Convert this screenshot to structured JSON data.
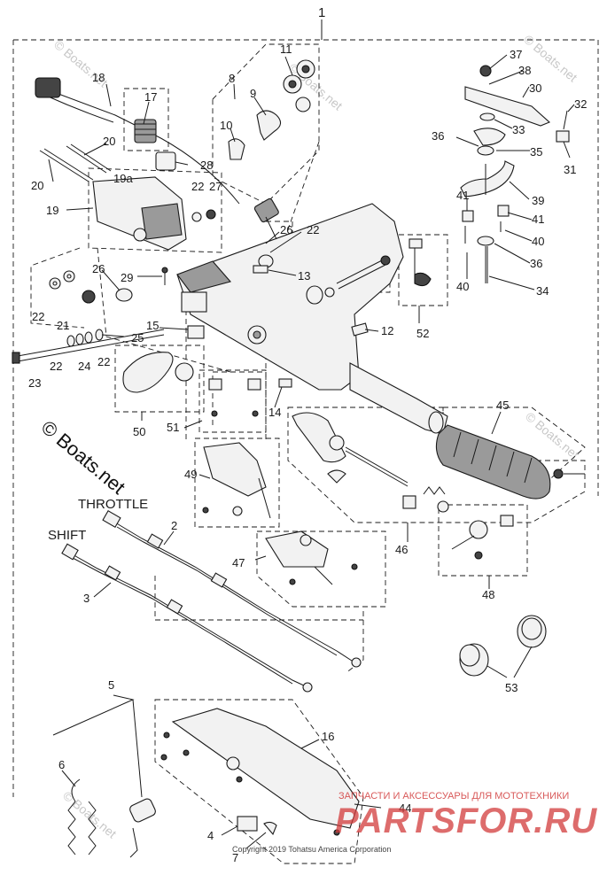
{
  "diagram": {
    "parts": [
      {
        "id": "p1",
        "label": "1"
      },
      {
        "id": "p2",
        "label": "2"
      },
      {
        "id": "p3",
        "label": "3"
      },
      {
        "id": "p4",
        "label": "4"
      },
      {
        "id": "p5",
        "label": "5"
      },
      {
        "id": "p6",
        "label": "6"
      },
      {
        "id": "p7",
        "label": "7"
      },
      {
        "id": "p8",
        "label": "8"
      },
      {
        "id": "p9",
        "label": "9"
      },
      {
        "id": "p10",
        "label": "10"
      },
      {
        "id": "p11",
        "label": "11"
      },
      {
        "id": "p12",
        "label": "12"
      },
      {
        "id": "p13",
        "label": "13"
      },
      {
        "id": "p14",
        "label": "14"
      },
      {
        "id": "p15",
        "label": "15"
      },
      {
        "id": "p16",
        "label": "16"
      },
      {
        "id": "p17",
        "label": "17"
      },
      {
        "id": "p18",
        "label": "18"
      },
      {
        "id": "p19",
        "label": "19"
      },
      {
        "id": "p19a",
        "label": "19a"
      },
      {
        "id": "p20a",
        "label": "20"
      },
      {
        "id": "p20b",
        "label": "20"
      },
      {
        "id": "p21",
        "label": "21"
      },
      {
        "id": "p22a",
        "label": "22"
      },
      {
        "id": "p22b",
        "label": "22"
      },
      {
        "id": "p22c",
        "label": "22"
      },
      {
        "id": "p22d",
        "label": "22"
      },
      {
        "id": "p22e",
        "label": "22"
      },
      {
        "id": "p23",
        "label": "23"
      },
      {
        "id": "p24",
        "label": "24"
      },
      {
        "id": "p25",
        "label": "25"
      },
      {
        "id": "p26a",
        "label": "26"
      },
      {
        "id": "p26b",
        "label": "26"
      },
      {
        "id": "p27",
        "label": "27"
      },
      {
        "id": "p28",
        "label": "28"
      },
      {
        "id": "p29",
        "label": "29"
      },
      {
        "id": "p30",
        "label": "30"
      },
      {
        "id": "p31",
        "label": "31"
      },
      {
        "id": "p32",
        "label": "32"
      },
      {
        "id": "p33",
        "label": "33"
      },
      {
        "id": "p34",
        "label": "34"
      },
      {
        "id": "p35",
        "label": "35"
      },
      {
        "id": "p36a",
        "label": "36"
      },
      {
        "id": "p36b",
        "label": "36"
      },
      {
        "id": "p37",
        "label": "37"
      },
      {
        "id": "p38",
        "label": "38"
      },
      {
        "id": "p39",
        "label": "39"
      },
      {
        "id": "p40a",
        "label": "40"
      },
      {
        "id": "p40b",
        "label": "40"
      },
      {
        "id": "p41a",
        "label": "41"
      },
      {
        "id": "p41b",
        "label": "41"
      },
      {
        "id": "p44",
        "label": "44"
      },
      {
        "id": "p45",
        "label": "45"
      },
      {
        "id": "p46",
        "label": "46"
      },
      {
        "id": "p47",
        "label": "47"
      },
      {
        "id": "p48",
        "label": "48"
      },
      {
        "id": "p49",
        "label": "49"
      },
      {
        "id": "p50",
        "label": "50"
      },
      {
        "id": "p51",
        "label": "51"
      },
      {
        "id": "p52",
        "label": "52"
      },
      {
        "id": "p53",
        "label": "53"
      }
    ],
    "cable_labels": {
      "throttle": "THROTTLE",
      "shift": "SHIFT"
    },
    "watermark": "© Boats.net",
    "brand_tagline": "ЗАПЧАСТИ И АКСЕССУАРЫ ДЛЯ МОТОТЕХНИКИ",
    "brand_logo": "PARTSFOR.RU",
    "copyright": "Copyright 2019 Tohatsu America Corporation"
  }
}
